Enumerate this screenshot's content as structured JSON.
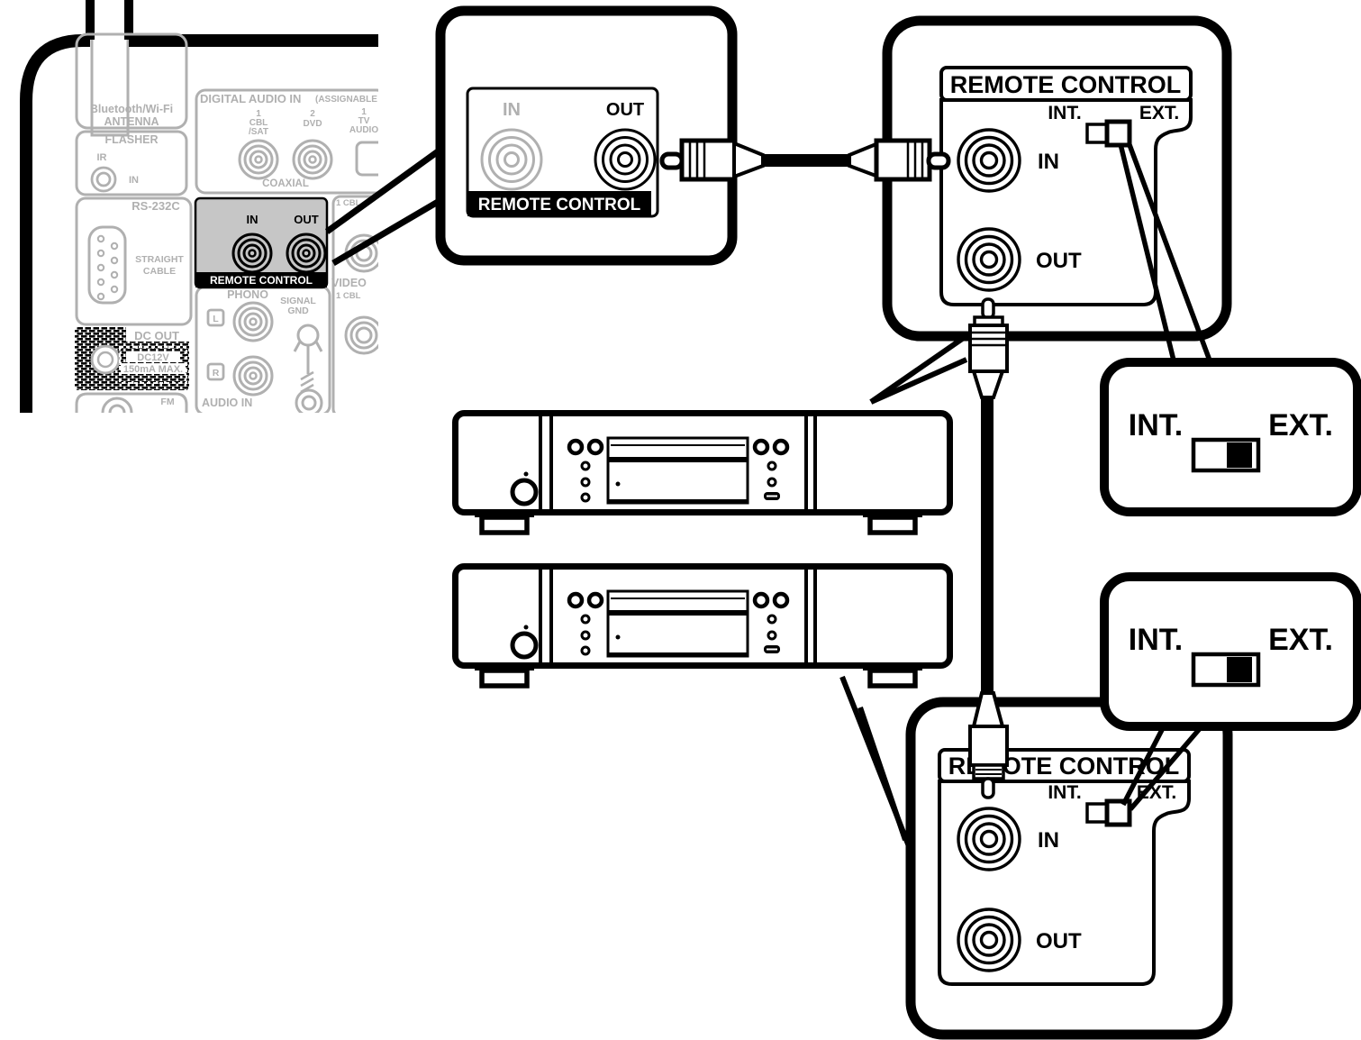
{
  "colors": {
    "line": "#000000",
    "dimmed": "#b0b0b0",
    "highlight_bg": "#c6c6c6",
    "bar_bg": "#000000",
    "bar_text": "#ffffff"
  },
  "receiver": {
    "antenna": {
      "line1": "Bluetooth/Wi-Fi",
      "line2": "ANTENNA"
    },
    "flasher": {
      "title": "FLASHER",
      "ir": "IR",
      "in": "IN"
    },
    "digital_audio": {
      "title": "DIGITAL AUDIO IN",
      "assignable": "(ASSIGNABLE",
      "n1": "1",
      "cbl": "CBL",
      "sat": "/SAT",
      "n2": "2",
      "dvd": "DVD",
      "n3": "1",
      "tv": "TV",
      "tv_audio": "AUDIO",
      "coaxial": "COAXIAL"
    },
    "rs232c": {
      "title": "RS-232C",
      "straight": "STRAIGHT",
      "cable": "CABLE"
    },
    "remote": {
      "in": "IN",
      "out": "OUT",
      "title": "REMOTE CONTROL"
    },
    "dc_out": {
      "title": "DC OUT",
      "volt": "DC12V",
      "amp": "150mA MAX."
    },
    "video_col": {
      "cbl_top": "1 CBL",
      "video": "VIDEO",
      "cbl_bottom": "1 CBL"
    },
    "audio": {
      "phono": "PHONO",
      "signal": "SIGNAL",
      "gnd": "GND",
      "left": "L",
      "right": "R",
      "audio_in": "AUDIO IN",
      "fm": "FM"
    }
  },
  "avr_zoom": {
    "in": "IN",
    "out": "OUT",
    "title": "REMOTE CONTROL"
  },
  "unit_top": {
    "title": "REMOTE CONTROL",
    "int_label": "INT.",
    "ext_label": "EXT.",
    "in": "IN",
    "out": "OUT"
  },
  "unit_bottom": {
    "title": "REMOTE CONTROL",
    "int_label": "INT.",
    "ext_label": "EXT.",
    "in": "IN",
    "out": "OUT"
  },
  "callout_top": {
    "int_label": "INT.",
    "ext_label": "EXT."
  },
  "callout_bottom": {
    "int_label": "INT.",
    "ext_label": "EXT."
  }
}
